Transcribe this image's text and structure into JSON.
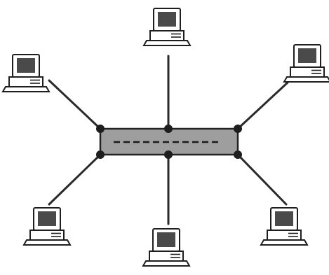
{
  "diagram": {
    "type": "star-network-topology",
    "hub": {
      "name": "hub",
      "icon": "network-hub"
    },
    "computers": [
      {
        "id": "top",
        "icon": "desktop-computer-icon"
      },
      {
        "id": "upper-left",
        "icon": "desktop-computer-icon"
      },
      {
        "id": "upper-right",
        "icon": "desktop-computer-icon"
      },
      {
        "id": "lower-left",
        "icon": "desktop-computer-icon"
      },
      {
        "id": "bottom",
        "icon": "desktop-computer-icon"
      },
      {
        "id": "lower-right",
        "icon": "desktop-computer-icon"
      }
    ],
    "colors": {
      "hub_fill": "#9e9e9e",
      "lines": "#2a2a2a",
      "screen": "#4a4a4a",
      "background": "#ffffff"
    }
  }
}
